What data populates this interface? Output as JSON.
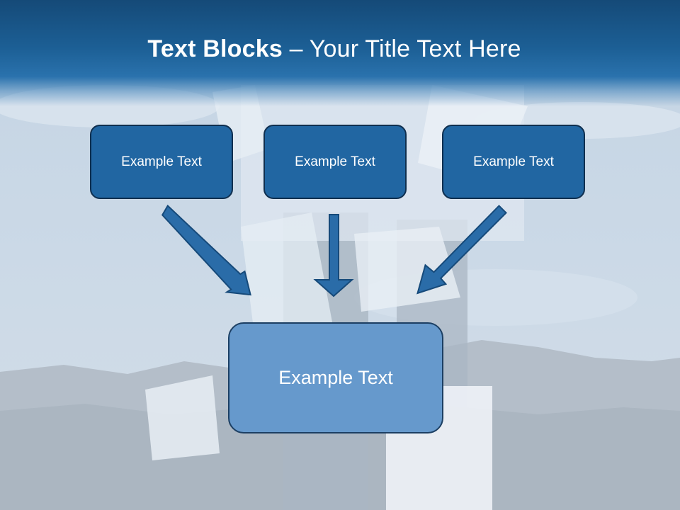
{
  "slide": {
    "title_bold": "Text Blocks",
    "title_dash": " – ",
    "title_rest": "Your Title Text Here"
  },
  "boxes": {
    "top": [
      "Example Text",
      "Example Text",
      "Example Text"
    ],
    "bottom": "Example Text"
  },
  "colors": {
    "header": "#1c5f95",
    "box_top_fill": "#2166a2",
    "box_bottom_fill": "#6699cc",
    "arrow_fill": "#2a6ca8",
    "arrow_outline": "#164a7a"
  }
}
